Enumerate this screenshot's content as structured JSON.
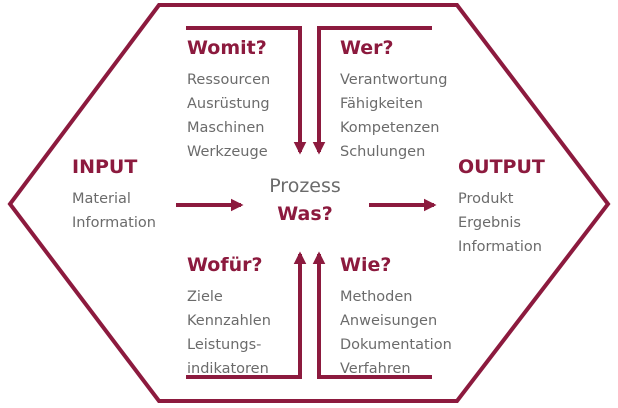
{
  "colors": {
    "accent": "#8c1a3e",
    "text": "#6b6b6b",
    "background": "#ffffff"
  },
  "input": {
    "title": "INPUT",
    "items": [
      "Material",
      "Information"
    ]
  },
  "output": {
    "title": "OUTPUT",
    "items": [
      "Produkt",
      "Ergebnis",
      "Information"
    ]
  },
  "center": {
    "label": "Prozess",
    "question": "Was?"
  },
  "womit": {
    "title": "Womit?",
    "items": [
      "Ressourcen",
      "Ausrüstung",
      "Maschinen",
      "Werkzeuge"
    ]
  },
  "wer": {
    "title": "Wer?",
    "items": [
      "Verantwortung",
      "Fähigkeiten",
      "Kompetenzen",
      "Schulungen"
    ]
  },
  "wofuer": {
    "title": "Wofür?",
    "items": [
      "Ziele",
      "Kennzahlen",
      "Leistungs-",
      "indikatoren"
    ]
  },
  "wie": {
    "title": "Wie?",
    "items": [
      "Methoden",
      "Anweisungen",
      "Dokumentation",
      "Verfahren"
    ]
  }
}
